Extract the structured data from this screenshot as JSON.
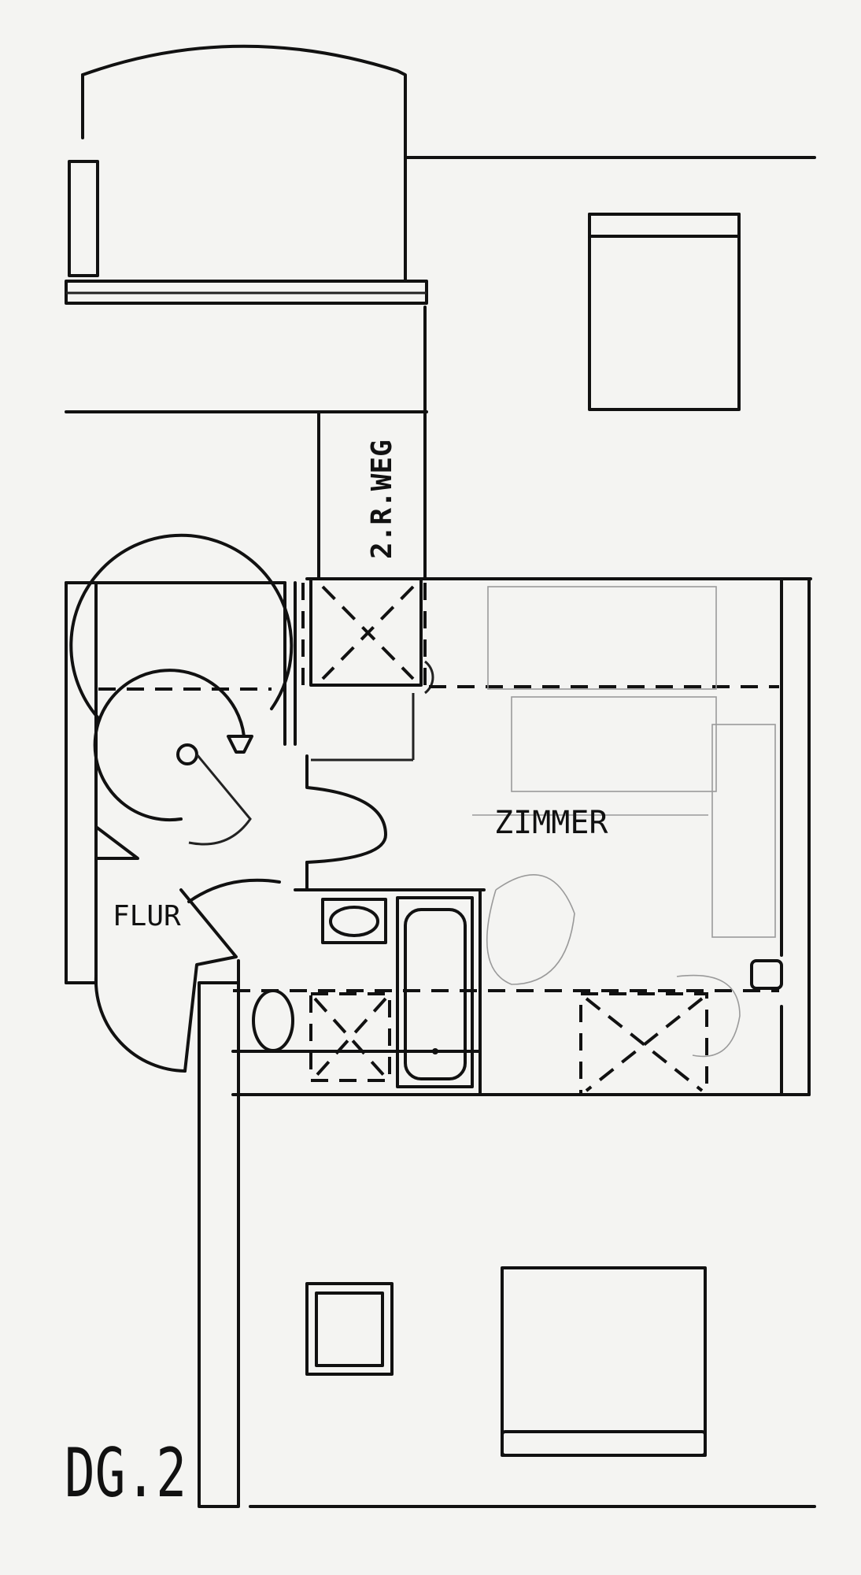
{
  "plan": {
    "floor_label": "DG.2",
    "rooms": {
      "zimmer": "ZIMMER",
      "flur": "FLUR"
    },
    "escape_route": "2.R.WEG"
  }
}
